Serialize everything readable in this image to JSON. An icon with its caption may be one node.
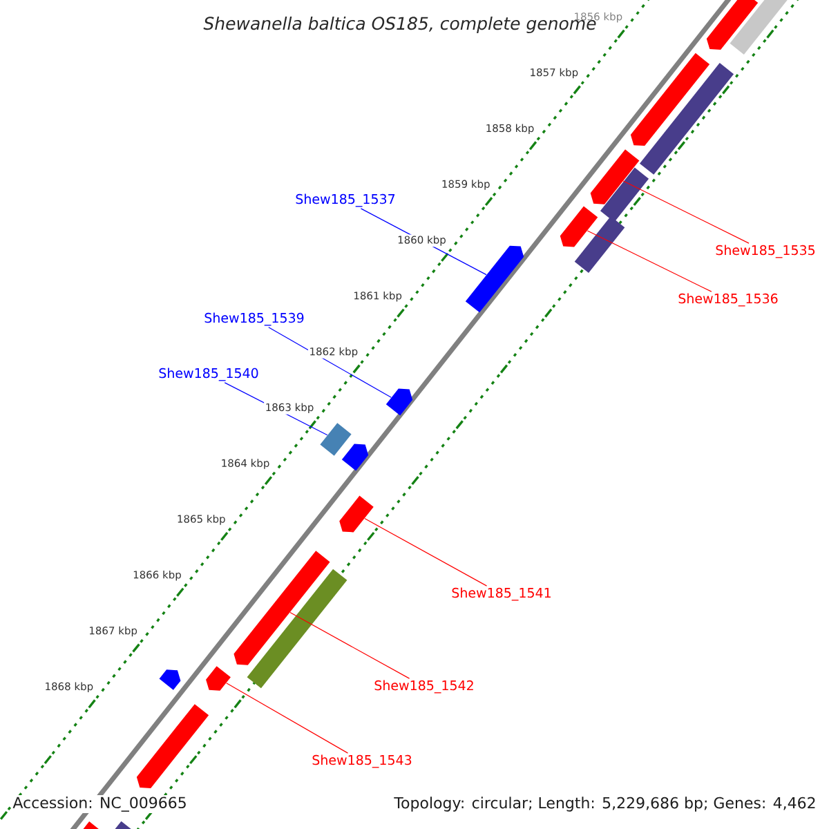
{
  "diagram": {
    "title": "Shewanella baltica OS185, complete genome",
    "nodes": [
      {
        "text": [
          "Shew185_1537"
        ]
      },
      {
        "text": [
          "Shew185_1535"
        ]
      },
      {
        "text": [
          "Shew185_1536"
        ]
      },
      {
        "text": [
          "Shew185_1539"
        ]
      },
      {
        "text": [
          "Shew185_1540"
        ]
      },
      {
        "text": [
          "Shew185_1541"
        ]
      },
      {
        "text": [
          "Shew185_1542"
        ]
      },
      {
        "text": [
          "Shew185_1543"
        ]
      },
      {
        "text": [],
        "shape": "bar"
      },
      {
        "text": [],
        "shape": "box"
      },
      {
        "text": [],
        "shape": "bar"
      },
      {
        "text": [],
        "shape": "box"
      },
      {
        "text": [],
        "shape": "bar"
      },
      {
        "text": [],
        "shape": "box"
      },
      {
        "text": [],
        "shape": "bar"
      },
      {
        "text": [],
        "shape": "box"
      },
      {
        "text": [],
        "shape": "bar"
      },
      {
        "text": [],
        "shape": "bar"
      },
      {
        "text": [],
        "shape": "box"
      },
      {
        "text": [],
        "shape": "bar"
      },
      {
        "text": [],
        "shape": "bar"
      },
      {
        "text": [],
        "shape": "bar"
      },
      {
        "text": [],
        "shape": "box"
      },
      {
        "text": [],
        "shape": "bar"
      },
      {
        "text": [],
        "shape": "bar"
      },
      {
        "text": [],
        "shape": "bar"
      },
      {
        "text": [],
        "shape": "bar"
      },
      {
        "text": [],
        "shape": "box"
      }
    ],
    "edges": [
      {
        "from": 0,
        "to": 16,
        "arrow": "none",
        "color": "#0000ff"
      },
      {
        "from": 1,
        "to": 12,
        "arrow": "none",
        "color": "#ff0000"
      },
      {
        "from": 2,
        "to": 14,
        "arrow": "none",
        "color": "#ff0000"
      },
      {
        "from": 3,
        "to": 17,
        "arrow": "none",
        "color": "#0000ff"
      },
      {
        "from": 4,
        "to": 18,
        "arrow": "none",
        "color": "#0000ff"
      },
      {
        "from": 5,
        "to": 20,
        "arrow": "none",
        "color": "#ff0000"
      },
      {
        "from": 6,
        "to": 21,
        "arrow": "none",
        "color": "#ff0000"
      },
      {
        "from": 7,
        "to": 23,
        "arrow": "none",
        "color": "#ff0000"
      }
    ],
    "labels": [
      "1856 kbp",
      "1857 kbp",
      "1858 kbp",
      "1859 kbp",
      "1860 kbp",
      "1861 kbp",
      "1862 kbp",
      "1863 kbp",
      "1864 kbp",
      "1865 kbp",
      "1866 kbp",
      "1867 kbp",
      "1868 kbp",
      "Accession: NC_009665",
      "Topology: circular; Length: 5,229,686 bp; Genes: 4,462"
    ]
  }
}
